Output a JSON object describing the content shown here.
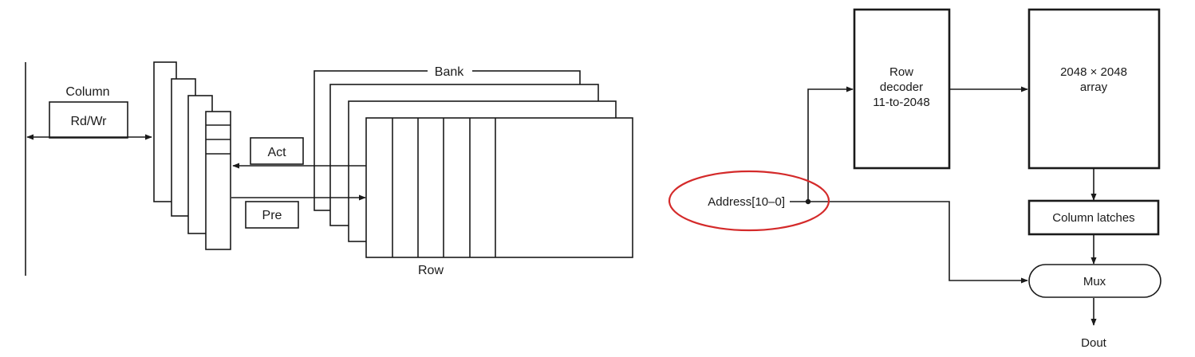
{
  "left_diagram": {
    "column_label": "Column",
    "rdwr_label": "Rd/Wr",
    "act_label": "Act",
    "pre_label": "Pre",
    "bank_label": "Bank",
    "row_label": "Row"
  },
  "right_diagram": {
    "row_decoder_lines": [
      "Row",
      "decoder",
      "11-to-2048"
    ],
    "array_lines": [
      "2048 × 2048",
      "array"
    ],
    "column_latches_label": "Column latches",
    "mux_label": "Mux",
    "dout_label": "Dout",
    "address_label": "Address[10–0]",
    "highlight_color": "#d42a2a"
  }
}
